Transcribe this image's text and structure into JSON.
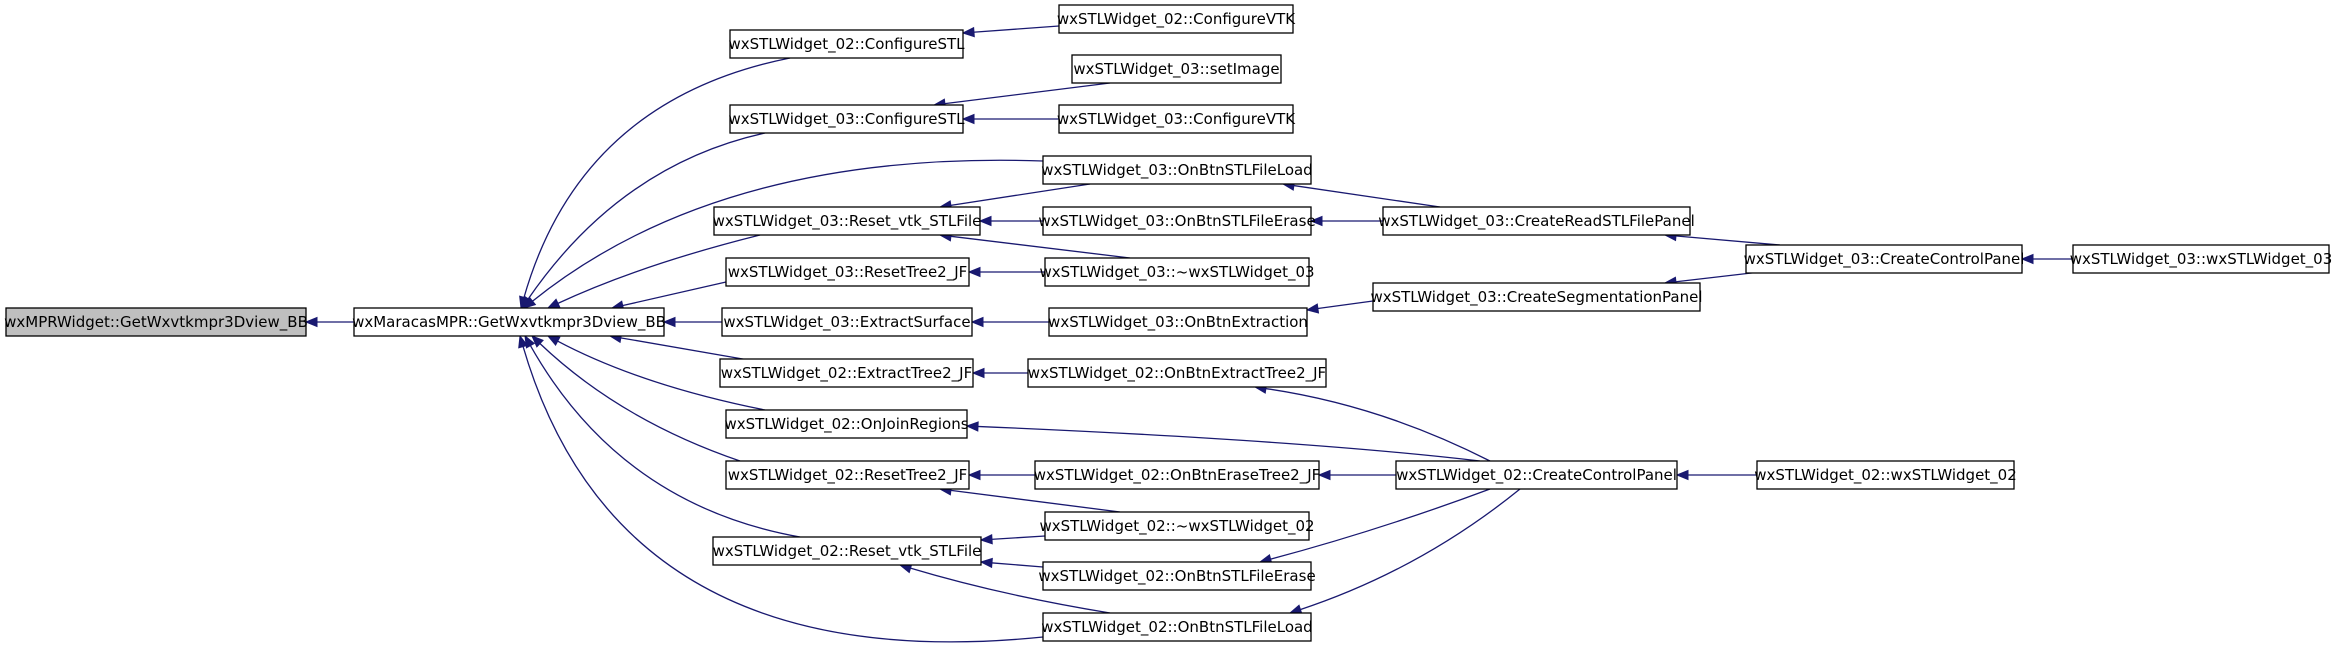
{
  "graph": {
    "edge_color": "#191970",
    "highlight_fill": "#bfbfbf",
    "nodes": [
      {
        "id": "root",
        "label": "wxMPRWidget::GetWxvtkmpr3Dview_BB",
        "highlight": true
      },
      {
        "id": "gwx",
        "label": "wxMaracasMPR::GetWxvtkmpr3Dview_BB"
      },
      {
        "id": "cstl02",
        "label": "wxSTLWidget_02::ConfigureSTL"
      },
      {
        "id": "cstl03",
        "label": "wxSTLWidget_03::ConfigureSTL"
      },
      {
        "id": "rvtk03",
        "label": "wxSTLWidget_03::Reset_vtk_STLFile"
      },
      {
        "id": "rtree03",
        "label": "wxSTLWidget_03::ResetTree2_JF"
      },
      {
        "id": "esurf03",
        "label": "wxSTLWidget_03::ExtractSurface"
      },
      {
        "id": "etree02",
        "label": "wxSTLWidget_02::ExtractTree2_JF"
      },
      {
        "id": "join02",
        "label": "wxSTLWidget_02::OnJoinRegions"
      },
      {
        "id": "rtree02",
        "label": "wxSTLWidget_02::ResetTree2_JF"
      },
      {
        "id": "rvtk02",
        "label": "wxSTLWidget_02::Reset_vtk_STLFile"
      },
      {
        "id": "cvtk02",
        "label": "wxSTLWidget_02::ConfigureVTK"
      },
      {
        "id": "setimg03",
        "label": "wxSTLWidget_03::setImage"
      },
      {
        "id": "cvtk03",
        "label": "wxSTLWidget_03::ConfigureVTK"
      },
      {
        "id": "load03",
        "label": "wxSTLWidget_03::OnBtnSTLFileLoad"
      },
      {
        "id": "erase03",
        "label": "wxSTLWidget_03::OnBtnSTLFileErase"
      },
      {
        "id": "dtor03",
        "label": "wxSTLWidget_03::~wxSTLWidget_03"
      },
      {
        "id": "extr03",
        "label": "wxSTLWidget_03::OnBtnExtraction"
      },
      {
        "id": "oetree02",
        "label": "wxSTLWidget_02::OnBtnExtractTree2_JF"
      },
      {
        "id": "oerase_tree02",
        "label": "wxSTLWidget_02::OnBtnEraseTree2_JF"
      },
      {
        "id": "dtor02",
        "label": "wxSTLWidget_02::~wxSTLWidget_02"
      },
      {
        "id": "erase02",
        "label": "wxSTLWidget_02::OnBtnSTLFileErase"
      },
      {
        "id": "load02",
        "label": "wxSTLWidget_02::OnBtnSTLFileLoad"
      },
      {
        "id": "crpanel03",
        "label": "wxSTLWidget_03::CreateReadSTLFilePanel"
      },
      {
        "id": "cseg03",
        "label": "wxSTLWidget_03::CreateSegmentationPanel"
      },
      {
        "id": "ccp02",
        "label": "wxSTLWidget_02::CreateControlPanel"
      },
      {
        "id": "ccp03",
        "label": "wxSTLWidget_03::CreateControlPanel"
      },
      {
        "id": "ctor03",
        "label": "wxSTLWidget_03::wxSTLWidget_03"
      },
      {
        "id": "ctor02",
        "label": "wxSTLWidget_02::wxSTLWidget_02"
      }
    ],
    "edges": [
      {
        "from": "gwx",
        "to": "root"
      },
      {
        "from": "cstl02",
        "to": "gwx"
      },
      {
        "from": "cstl03",
        "to": "gwx"
      },
      {
        "from": "load03",
        "to": "gwx"
      },
      {
        "from": "rvtk03",
        "to": "gwx"
      },
      {
        "from": "rtree03",
        "to": "gwx"
      },
      {
        "from": "esurf03",
        "to": "gwx"
      },
      {
        "from": "etree02",
        "to": "gwx"
      },
      {
        "from": "join02",
        "to": "gwx"
      },
      {
        "from": "rtree02",
        "to": "gwx"
      },
      {
        "from": "rvtk02",
        "to": "gwx"
      },
      {
        "from": "load02",
        "to": "gwx"
      },
      {
        "from": "cvtk02",
        "to": "cstl02"
      },
      {
        "from": "setimg03",
        "to": "cstl03"
      },
      {
        "from": "cvtk03",
        "to": "cstl03"
      },
      {
        "from": "load03",
        "to": "rvtk03"
      },
      {
        "from": "erase03",
        "to": "rvtk03"
      },
      {
        "from": "dtor03",
        "to": "rvtk03"
      },
      {
        "from": "dtor03",
        "to": "rtree03"
      },
      {
        "from": "extr03",
        "to": "esurf03"
      },
      {
        "from": "oetree02",
        "to": "etree02"
      },
      {
        "from": "ccp02",
        "to": "join02"
      },
      {
        "from": "oerase_tree02",
        "to": "rtree02"
      },
      {
        "from": "dtor02",
        "to": "rtree02"
      },
      {
        "from": "dtor02",
        "to": "rvtk02"
      },
      {
        "from": "erase02",
        "to": "rvtk02"
      },
      {
        "from": "load02",
        "to": "rvtk02"
      },
      {
        "from": "crpanel03",
        "to": "load03"
      },
      {
        "from": "crpanel03",
        "to": "erase03"
      },
      {
        "from": "cseg03",
        "to": "extr03"
      },
      {
        "from": "ccp02",
        "to": "oetree02"
      },
      {
        "from": "ccp02",
        "to": "oerase_tree02"
      },
      {
        "from": "ccp02",
        "to": "erase02"
      },
      {
        "from": "ccp02",
        "to": "load02"
      },
      {
        "from": "ccp03",
        "to": "crpanel03"
      },
      {
        "from": "ccp03",
        "to": "cseg03"
      },
      {
        "from": "ctor03",
        "to": "ccp03"
      },
      {
        "from": "ctor02",
        "to": "ccp02"
      }
    ]
  }
}
